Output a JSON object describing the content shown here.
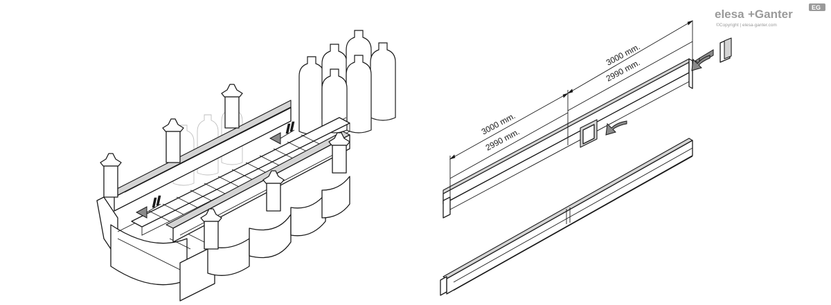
{
  "brand": {
    "name_part1": "elesa",
    "name_part2": "+Ganter",
    "badge": "EG",
    "copyright": "©Copyright | elesa-ganter.com"
  },
  "dimensions": {
    "top_outer": "3000 mm.",
    "top_inner": "2990 mm.",
    "left_outer": "3000 mm.",
    "left_inner": "2990 mm."
  },
  "colors": {
    "line": "#1a1a1a",
    "shade": "#d4d4d4",
    "arrow": "#8a8a8a",
    "logo": "#9a9a9a"
  }
}
